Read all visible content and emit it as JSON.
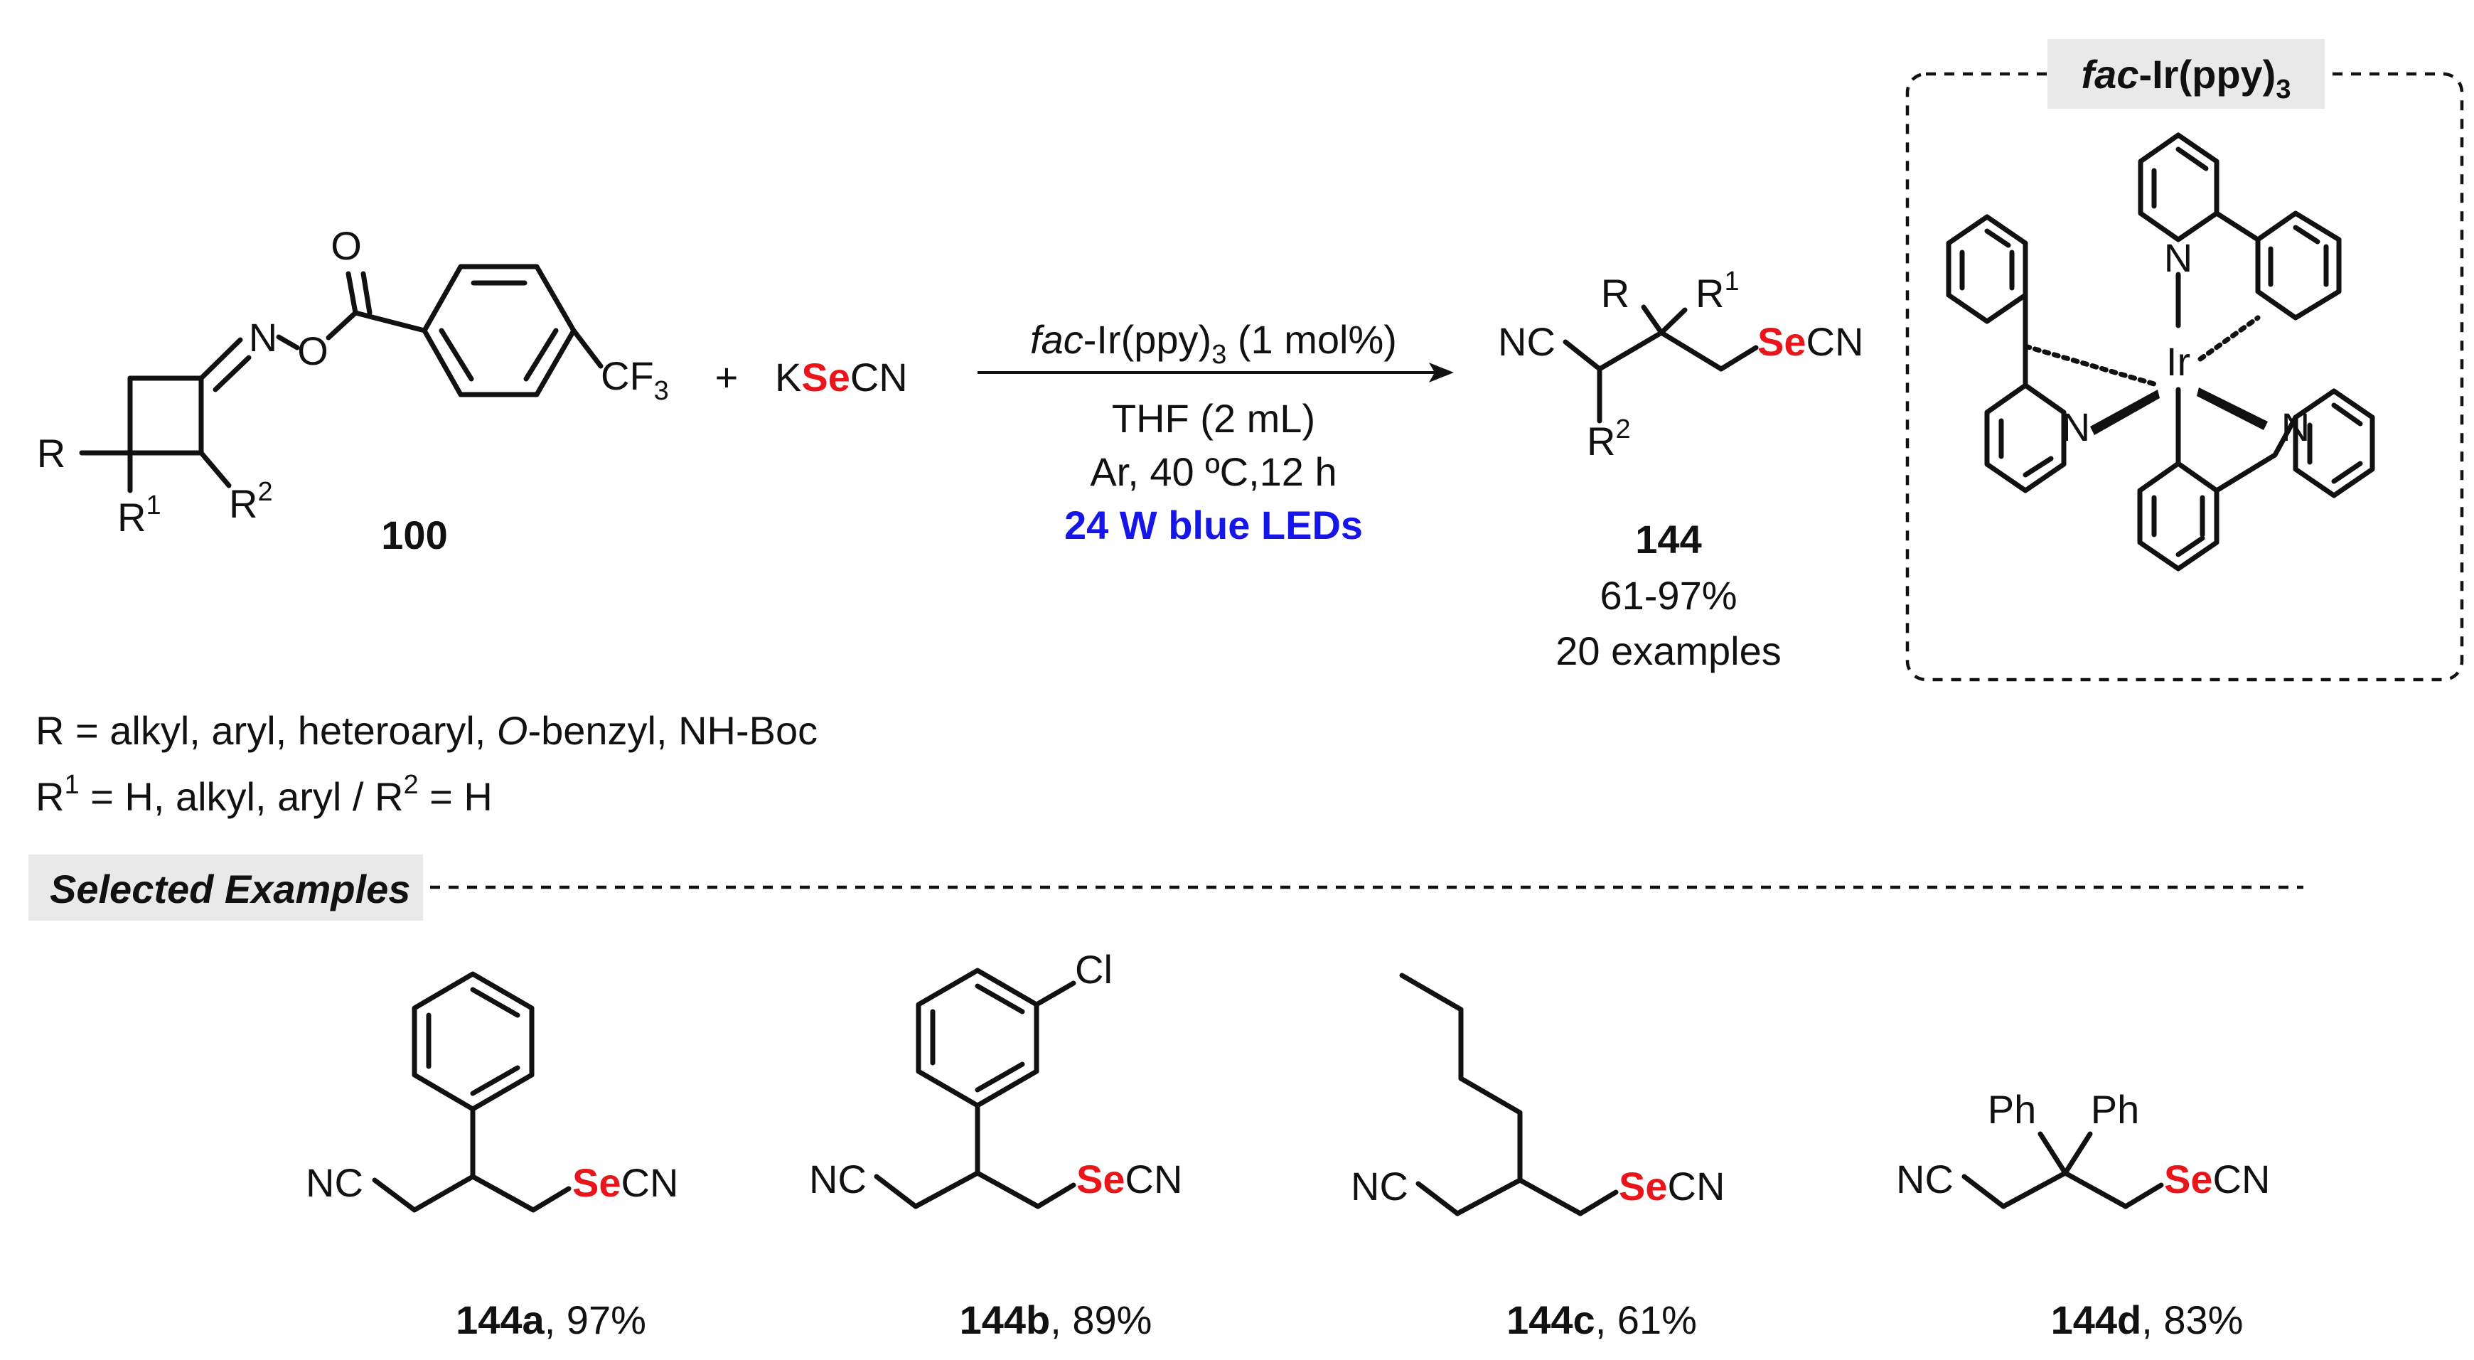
{
  "reaction": {
    "reactant_label": "100",
    "plus": "+",
    "reagent_k": "K",
    "reagent_se": "Se",
    "reagent_cn": "CN",
    "catalyst_line_italic": "fac",
    "catalyst_line_rest": "-Ir(ppy)",
    "catalyst_line_sub": "3",
    "catalyst_line_tail": " (1 mol%)",
    "solvent": "THF (2 mL)",
    "conditions": "Ar, 40 ºC,12 h",
    "light": "24 W blue LEDs",
    "product_label": "144",
    "yield_range": "61-97%",
    "examples_count": "20 examples"
  },
  "atoms": {
    "o": "O",
    "n": "N",
    "cf": "CF",
    "three": "3",
    "r": "R",
    "r1_r": "R",
    "one": "1",
    "two": "2",
    "nc": "NC",
    "se": "Se",
    "cn": "CN",
    "ir": "Ir",
    "cl": "Cl",
    "ph": "Ph"
  },
  "catalyst_box": {
    "title_italic": "fac",
    "title_rest": "-Ir(ppy)",
    "title_sub": "3"
  },
  "substituents": {
    "line1_a": "R = alkyl, aryl, heteroaryl, ",
    "line1_italic": "O",
    "line1_b": "-benzyl, NH-Boc",
    "line2_r": "R",
    "line2_sup1": "1",
    "line2_mid": " = H, alkyl, aryl / R",
    "line2_sup2": "2",
    "line2_end": " = H"
  },
  "selected_examples_title": "Selected Examples",
  "examples": [
    {
      "id": "144a",
      "yield": ", 97%"
    },
    {
      "id": "144b",
      "yield": ", 89%"
    },
    {
      "id": "144c",
      "yield": ", 61%"
    },
    {
      "id": "144d",
      "yield": ", 83%"
    }
  ]
}
